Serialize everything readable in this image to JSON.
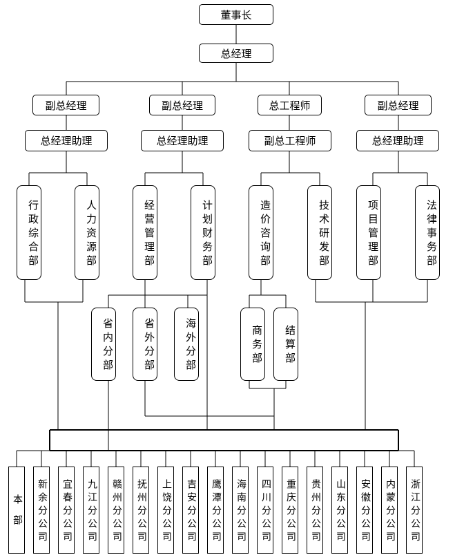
{
  "chairman": "董事长",
  "general_manager": "总经理",
  "level2": [
    "副总经理",
    "副总经理",
    "总工程师",
    "副总经理"
  ],
  "level3": [
    "总经理助理",
    "总经理助理",
    "副总工程师",
    "总经理助理"
  ],
  "departments": [
    "行政综合部",
    "人力资源部",
    "经营管理部",
    "计划财务部",
    "造价咨询部",
    "技术研发部",
    "项目管理部",
    "法律事务部"
  ],
  "sub_departments": [
    "省内分部",
    "省外分部",
    "海外分部",
    "商务部",
    "结算部"
  ],
  "branches": [
    "本部",
    "新余分公司",
    "宜春分公司",
    "九江分公司",
    "赣州分公司",
    "抚州分公司",
    "上饶分公司",
    "吉安分公司",
    "鹰潭分公司",
    "海南分公司",
    "四川分公司",
    "重庆分公司",
    "贵州分公司",
    "山东分公司",
    "安徽分公司",
    "内蒙分公司",
    "浙江分公司"
  ]
}
